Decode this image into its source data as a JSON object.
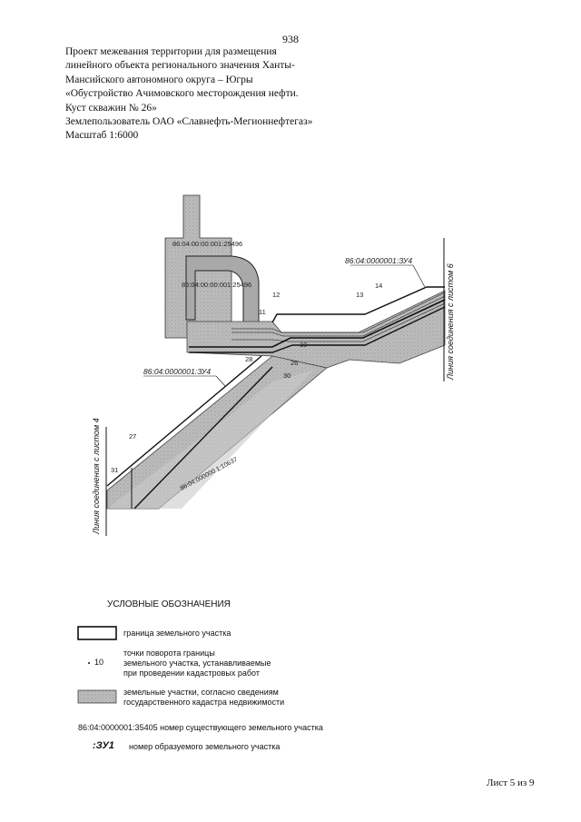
{
  "page_number": "938",
  "title_lines": [
    "Проект межевания территории для размещения",
    "линейного объекта регионального значения Ханты-",
    "Мансийского автономного округа – Югры",
    "«Обустройство Ачимовского месторождения нефти.",
    "Куст скважин № 26»",
    "Землепользователь ОАО «Славнефть-Мегионнефтегаз»",
    "Масштаб 1:6000"
  ],
  "map": {
    "parcel_labels": {
      "top_parcel": "86:04:00:00:001:25496",
      "inner_parcel": "86:04:00:00:001:25496",
      "zu4_upper": "86:04:0000001:ЗУ4",
      "zu4_lower": "86:04:0000001:ЗУ4",
      "diagonal_parcel": "86:04:000000 1:10637"
    },
    "point_labels": [
      "11",
      "12",
      "13",
      "14",
      "10",
      "28",
      "26",
      "30",
      "27",
      "31"
    ],
    "connection_line_sheet4": "Линия соединения с листом 4",
    "connection_line_sheet6": "Линия соединения с листом 6",
    "colors": {
      "parcel_fill": "#b9b9b9",
      "boundary": "#111111"
    }
  },
  "legend": {
    "heading": "УСЛОВНЫЕ ОБОЗНАЧЕНИЯ",
    "boundary_label": "граница земельного участка",
    "turn_point_number": "10",
    "turn_point_label_lines": [
      "точки поворота границы",
      "земельного участка, устанавливаемые",
      "при проведении кадастровых работ"
    ],
    "parcel_fill_label_lines": [
      "земельные участки, согласно сведениям",
      "государственного кадастра недвижимости"
    ],
    "existing_number_example": "86:04:0000001:35405",
    "existing_number_label": "номер существующего земельного участка",
    "new_parcel_code": ":ЗУ1",
    "new_parcel_label": "номер образуемого земельного участка"
  },
  "footer": "Лист 5 из 9"
}
